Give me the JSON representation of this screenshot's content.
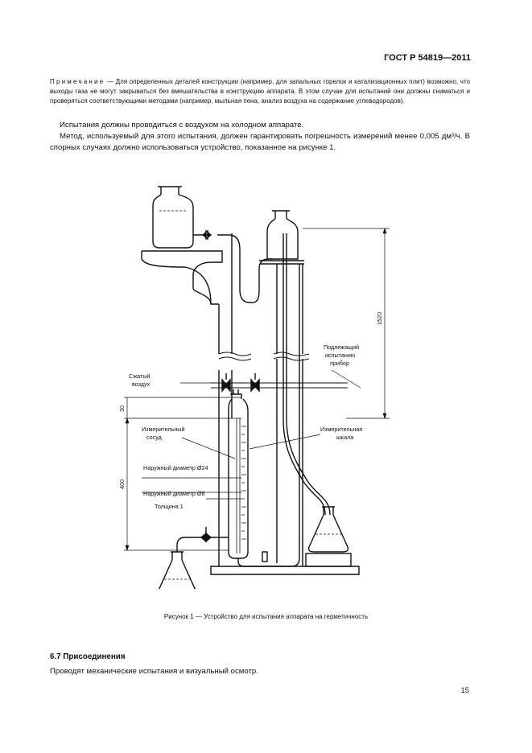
{
  "header": {
    "standard": "ГОСТ Р 54819—2011"
  },
  "note": {
    "label": "Примечание",
    "text": " — Для определенных деталей конструкции (например, для запальных горелок и катализационных плит) возможно, что выходы газа не могут закрываться без вмешательства в конструкцию аппарата. В этом случае для испытаний они должны сниматься и проверяться соответствующими методами (например, мыльная пена, анализ воздуха на содержание углеводородов)."
  },
  "paragraphs": {
    "p1": "Испытания должны проводиться с воздухом на холодном аппарате.",
    "p2": "Метод, используемый для этого испытания, должен гарантировать погрешность измерений менее 0,005 дм³/ч. В спорных случаях должно использоваться устройство, показанное на рисунке 1."
  },
  "figure": {
    "labels": {
      "compressed_air_1": "Сжатый",
      "compressed_air_2": "воздух",
      "device_1": "Подлежащий",
      "device_2": "испытанию",
      "device_3": "прибор",
      "vessel_1": "Измерительный",
      "vessel_2": "сосуд",
      "scale_1": "Измерительная",
      "scale_2": "шкала",
      "outer_24": "Наружный диаметр Ø24",
      "outer_6": "Наружный диаметр Ø6",
      "thickness": "Толщина 1"
    },
    "dimensions": {
      "d1520": "1520",
      "d30": "30",
      "d400": "400"
    },
    "caption": "Рисунок  1 — Устройство для испытания аппарата на герметичность"
  },
  "section": {
    "title": "6.7  Присоединения",
    "text": "Проводят механические испытания и визуальный осмотр."
  },
  "page_number": "15"
}
